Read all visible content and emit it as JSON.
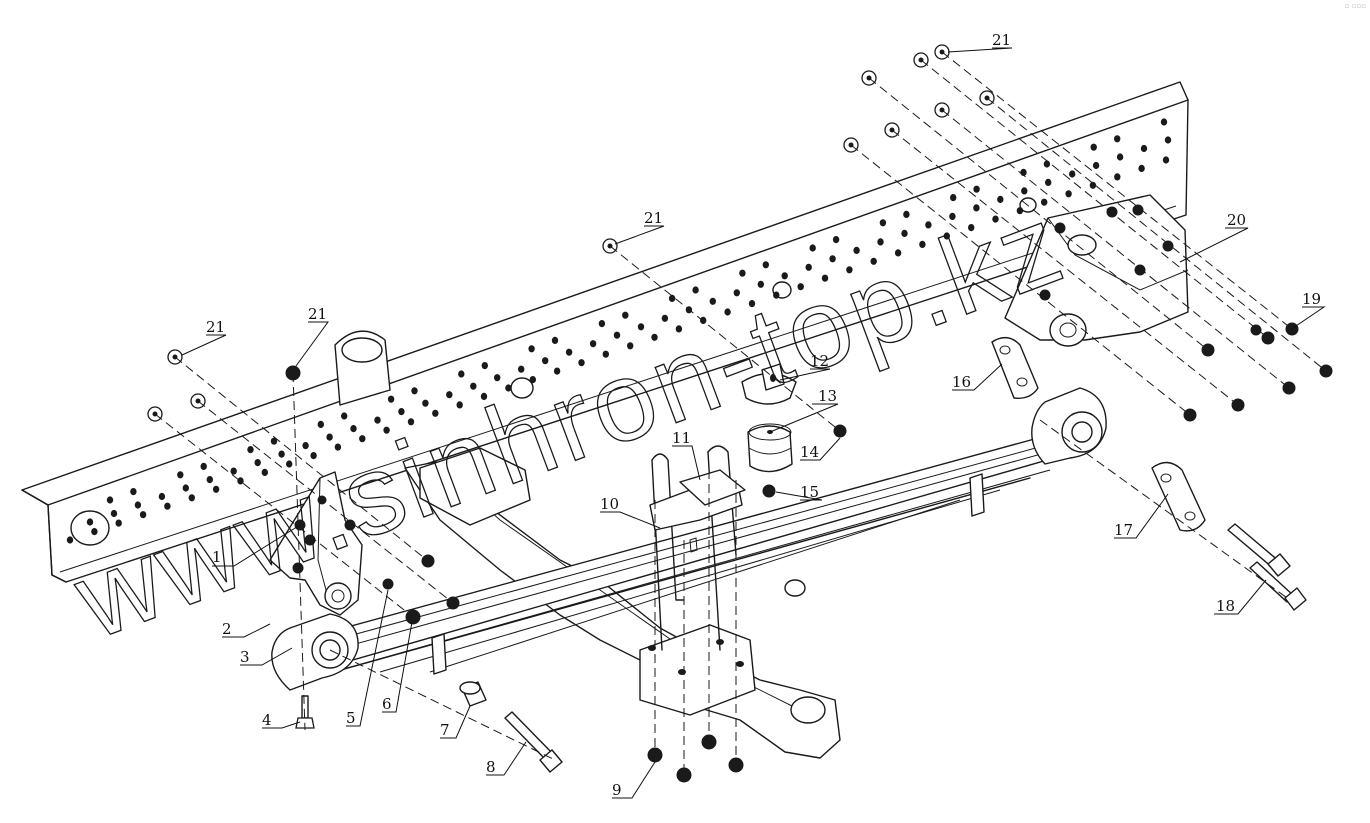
{
  "watermark": "www.sinhron-top.kz",
  "corner_mark": "▫ ▫▫▫",
  "callouts": [
    {
      "id": "c1",
      "label": "1"
    },
    {
      "id": "c2",
      "label": "2"
    },
    {
      "id": "c3",
      "label": "3"
    },
    {
      "id": "c4",
      "label": "4"
    },
    {
      "id": "c5",
      "label": "5"
    },
    {
      "id": "c6",
      "label": "6"
    },
    {
      "id": "c7",
      "label": "7"
    },
    {
      "id": "c8",
      "label": "8"
    },
    {
      "id": "c9",
      "label": "9"
    },
    {
      "id": "c10",
      "label": "10"
    },
    {
      "id": "c11",
      "label": "11"
    },
    {
      "id": "c12",
      "label": "12"
    },
    {
      "id": "c13",
      "label": "13"
    },
    {
      "id": "c14",
      "label": "14"
    },
    {
      "id": "c15",
      "label": "15"
    },
    {
      "id": "c16",
      "label": "16"
    },
    {
      "id": "c17",
      "label": "17"
    },
    {
      "id": "c18",
      "label": "18"
    },
    {
      "id": "c19",
      "label": "19"
    },
    {
      "id": "c20",
      "label": "20"
    },
    {
      "id": "c21a",
      "label": "21"
    },
    {
      "id": "c21b",
      "label": "21"
    },
    {
      "id": "c21c",
      "label": "21"
    },
    {
      "id": "c21d",
      "label": "21"
    }
  ]
}
